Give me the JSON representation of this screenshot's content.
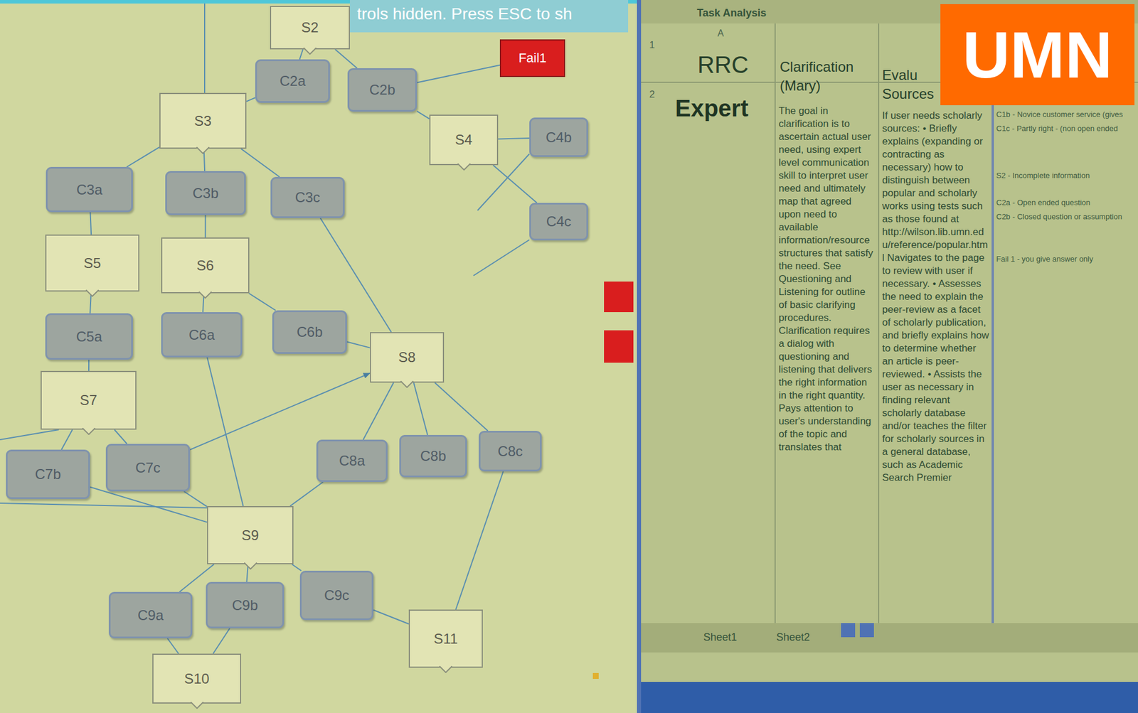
{
  "diagram": {
    "nodes": [
      {
        "text": [
          "S2"
        ]
      },
      {
        "text": [
          "trols hidden. Press ESC to sh"
        ]
      },
      {
        "text": [
          "Fail1"
        ]
      },
      {
        "text": [
          "UMN"
        ]
      },
      {
        "text": [
          "C2a"
        ]
      },
      {
        "text": [
          "C2b"
        ]
      },
      {
        "text": [
          "S3"
        ]
      },
      {
        "text": [
          "S4"
        ]
      },
      {
        "text": [
          "C4b"
        ]
      },
      {
        "text": [
          "C3a"
        ]
      },
      {
        "text": [
          "C3b"
        ]
      },
      {
        "text": [
          "C3c"
        ]
      },
      {
        "text": [
          "C4c"
        ]
      },
      {
        "text": [
          "S5"
        ]
      },
      {
        "text": [
          "S6"
        ]
      },
      {
        "text": [
          "C6b"
        ]
      },
      {
        "text": [
          "C6a"
        ]
      },
      {
        "text": [
          "C5a"
        ]
      },
      {
        "text": [
          "S8"
        ]
      },
      {
        "text": [
          "S7"
        ]
      },
      {
        "text": [
          "C8c"
        ]
      },
      {
        "text": [
          "C8b"
        ]
      },
      {
        "text": [
          "C8a"
        ]
      },
      {
        "text": [
          "C7c"
        ]
      },
      {
        "text": [
          "C7b"
        ]
      },
      {
        "text": [
          "S9"
        ]
      },
      {
        "text": [
          "C9c"
        ]
      },
      {
        "text": [
          "C9b"
        ]
      },
      {
        "text": [
          "C9a"
        ]
      },
      {
        "text": [
          "S11"
        ]
      },
      {
        "text": [
          "S10"
        ]
      }
    ],
    "edges": [
      {
        "from": 0,
        "to": 4,
        "arrow": "none"
      },
      {
        "from": 0,
        "to": 5,
        "arrow": "none"
      },
      {
        "from": 4,
        "to": 6,
        "arrow": "none"
      },
      {
        "from": 5,
        "to": 2,
        "arrow": "none"
      },
      {
        "from": 5,
        "to": 7,
        "arrow": "none"
      },
      {
        "from": 7,
        "to": 8,
        "arrow": "none"
      },
      {
        "from": 7,
        "to": 12,
        "arrow": "none"
      },
      {
        "from": 6,
        "to": 9,
        "arrow": "none"
      },
      {
        "from": 6,
        "to": 10,
        "arrow": "none"
      },
      {
        "from": 6,
        "to": 11,
        "arrow": "none"
      },
      {
        "from": 9,
        "to": 13,
        "arrow": "none"
      },
      {
        "from": 10,
        "to": 14,
        "arrow": "none"
      },
      {
        "from": 11,
        "to": 18,
        "arrow": "none"
      },
      {
        "from": 13,
        "to": 17,
        "arrow": "none"
      },
      {
        "from": 14,
        "to": 16,
        "arrow": "none"
      },
      {
        "from": 14,
        "to": 15,
        "arrow": "none"
      },
      {
        "from": 15,
        "to": 18,
        "arrow": "none"
      },
      {
        "from": 17,
        "to": 19,
        "arrow": "none"
      },
      {
        "from": 16,
        "to": 25,
        "arrow": "none"
      },
      {
        "from": 19,
        "to": 24,
        "arrow": "none"
      },
      {
        "from": 19,
        "to": 23,
        "arrow": "none"
      },
      {
        "from": 23,
        "to": 18,
        "arrow": "to"
      },
      {
        "from": 24,
        "to": 25,
        "arrow": "none"
      },
      {
        "from": 23,
        "to": 25,
        "arrow": "none"
      },
      {
        "from": 18,
        "to": 22,
        "arrow": "none"
      },
      {
        "from": 18,
        "to": 21,
        "arrow": "none"
      },
      {
        "from": 18,
        "to": 20,
        "arrow": "none"
      },
      {
        "from": 22,
        "to": 25,
        "arrow": "none"
      },
      {
        "from": 20,
        "to": 29,
        "arrow": "none"
      },
      {
        "from": 25,
        "to": 28,
        "arrow": "none"
      },
      {
        "from": 25,
        "to": 27,
        "arrow": "none"
      },
      {
        "from": 25,
        "to": 26,
        "arrow": "none"
      },
      {
        "from": 28,
        "to": 30,
        "arrow": "none"
      },
      {
        "from": 27,
        "to": 30,
        "arrow": "none"
      },
      {
        "from": 26,
        "to": 29,
        "arrow": "none"
      }
    ],
    "labels": [
      "Task Analysis",
      "A",
      "1",
      "2",
      "RRC",
      "Clarification (Mary)",
      "Evalu Sources",
      "Expert",
      "The goal in clarification is to ascertain actual user need, using expert level communication skill to interpret user need and ultimately map that agreed upon need to available information/resource structures that satisfy the need. See Questioning and Listening for outline of basic clarifying procedures. Clarification requires a dialog with questioning and listening that delivers the right information in the right quantity. Pays attention to user's understanding of the topic and translates that",
      "If user needs scholarly sources: • Briefly explains (expanding or contracting as necessary) how to distinguish between popular and scholarly works using tests such as those found at http://wilson.lib.umn.edu/reference/popular.html Navigates to the page to review with user if necessary. • Assesses the need to explain the peer-review as a facet of scholarly publication, and briefly explains how to determine whether an article is peer-reviewed. • Assists the user as necessary in finding relevant scholarly database and/or teaches the filter for scholarly sources in a general database, such as Academic Search Premier",
      "C1b - Novice customer service (gives",
      "C1c - Partly right - (non open ended",
      "S2 - Incomplete information",
      "C2a - Open ended question",
      "C2b - Closed question or assumption",
      "Fail 1 - you give answer only",
      "Sheet1",
      "Sheet2"
    ]
  }
}
